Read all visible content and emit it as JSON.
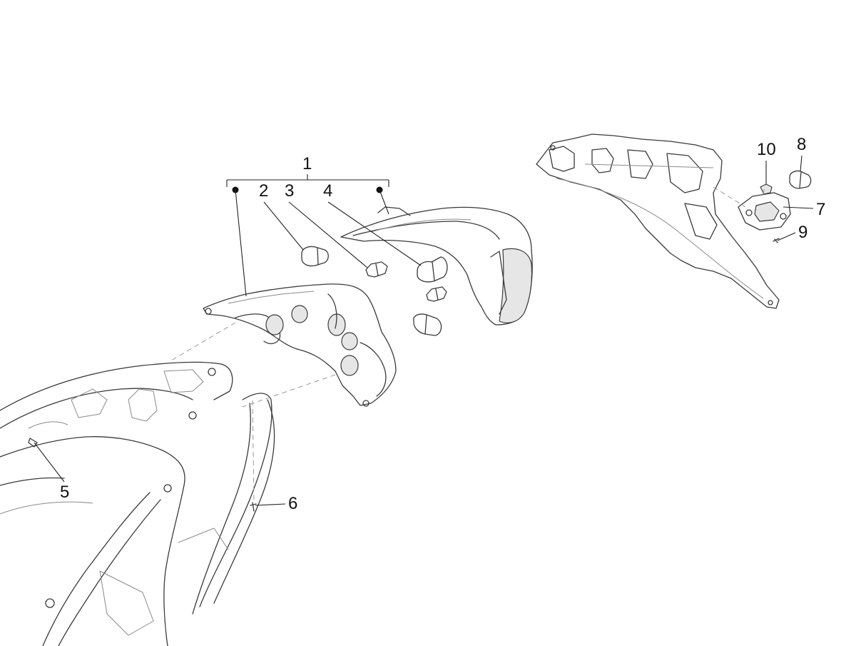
{
  "diagram": {
    "callouts": [
      {
        "id": "1",
        "label": "1"
      },
      {
        "id": "2",
        "label": "2"
      },
      {
        "id": "3",
        "label": "3"
      },
      {
        "id": "4",
        "label": "4"
      },
      {
        "id": "5",
        "label": "5"
      },
      {
        "id": "6",
        "label": "6"
      },
      {
        "id": "7",
        "label": "7"
      },
      {
        "id": "8",
        "label": "8"
      },
      {
        "id": "9",
        "label": "9"
      },
      {
        "id": "10",
        "label": "10"
      }
    ],
    "parts": [
      "taillight-housing",
      "taillight-lens",
      "bulb-small",
      "bulb-wedge",
      "bulb-large",
      "rear-body-frame",
      "rear-mudguard",
      "plate-light-bracket",
      "plate-light-bulb",
      "screw",
      "self-tapping-screw",
      "clip-nut"
    ]
  }
}
